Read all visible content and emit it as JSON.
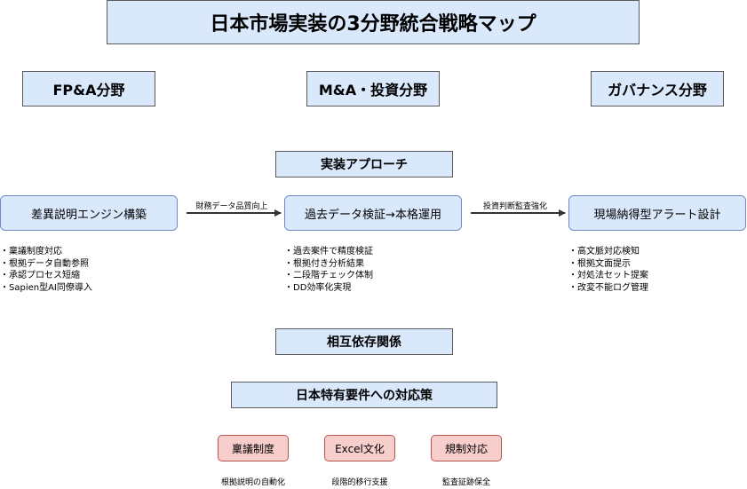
{
  "title": "日本市場実装の3分野統合戦略マップ",
  "domains": {
    "fpa": "FP&A分野",
    "ma": "M&A・投資分野",
    "gov": "ガバナンス分野"
  },
  "approach_label": "実装アプローチ",
  "processes": {
    "fpa": "差異説明エンジン構築",
    "ma": "過去データ検証→本格運用",
    "gov": "現場納得型アラート設計"
  },
  "arrows": {
    "fpa_to_ma": "財務データ品質向上",
    "ma_to_gov": "投資判断監査強化"
  },
  "bullets": {
    "fpa": [
      "稟議制度対応",
      "根拠データ自動参照",
      "承認プロセス短縮",
      "Sapien型AI同僚導入"
    ],
    "ma": [
      "過去案件で精度検証",
      "根拠付き分析結果",
      "二段階チェック体制",
      "DD効率化実現"
    ],
    "gov": [
      "高文脈対応検知",
      "根拠文面提示",
      "対処法セット提案",
      "改変不能ログ管理"
    ]
  },
  "interdependence_label": "相互依存関係",
  "japan_label": "日本特有要件への対応策",
  "requirements": [
    {
      "label": "稟議制度",
      "caption": "根拠説明の自動化"
    },
    {
      "label": "Excel文化",
      "caption": "段階的移行支援"
    },
    {
      "label": "規制対応",
      "caption": "監査証跡保全"
    }
  ],
  "colors": {
    "blue_fill": "#dae8fc",
    "blue_stroke": "#6c8ebf",
    "red_fill": "#f8cecc",
    "red_stroke": "#b85450",
    "arrow": "#333333"
  }
}
